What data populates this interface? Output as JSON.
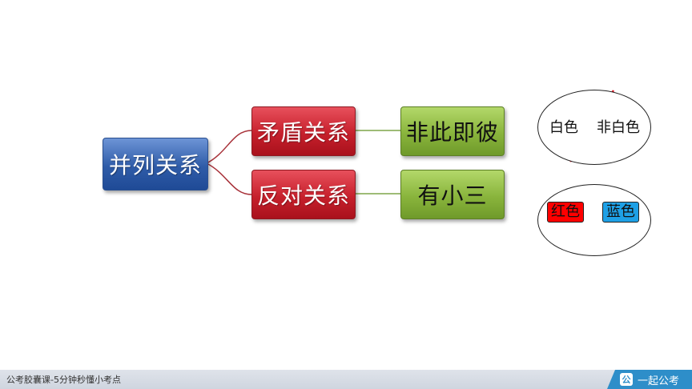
{
  "diagram": {
    "root": "并列关系",
    "branches": [
      {
        "label": "矛盾关系",
        "leaf": "非此即彼"
      },
      {
        "label": "反对关系",
        "leaf": "有小三"
      }
    ]
  },
  "illustration_top": {
    "left": "白色",
    "right": "非白色"
  },
  "illustration_bottom": {
    "left": "红色",
    "right": "蓝色",
    "left_color": "#ff0000",
    "right_color": "#1ea0e6"
  },
  "colors": {
    "root": "#2f5ca8",
    "branch": "#c6202c",
    "leaf": "#89b43c",
    "connector_red": "#a8323a",
    "connector_green": "#7fa64a"
  },
  "footer": {
    "caption": "公考胶囊课-5分钟秒懂小考点",
    "brand": "一起公考",
    "brand_logo": "公"
  }
}
